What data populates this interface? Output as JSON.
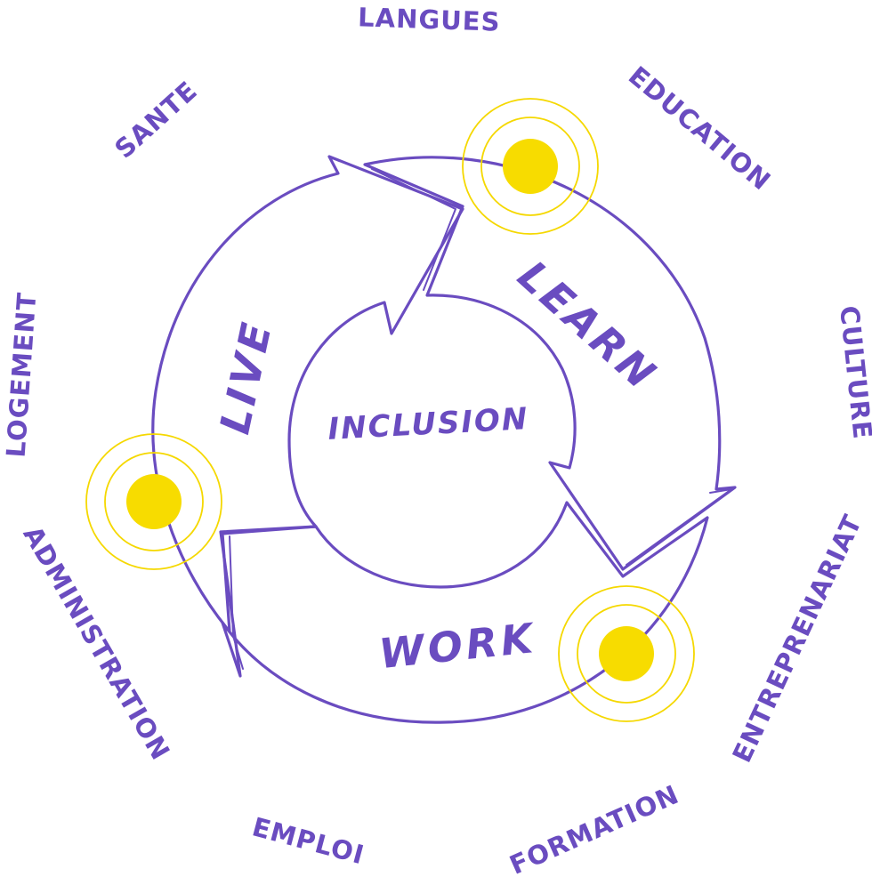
{
  "outer_labels": {
    "langues": "LANGUES",
    "education": "EDUCATION",
    "culture": "CULTURE",
    "entreprenariat": "ENTREPRENARIAT",
    "formation": "FORMATION",
    "emploi": "EMPLOI",
    "administration": "ADMINISTRATION",
    "logement": "LOGEMENT",
    "sante": "SANTE"
  },
  "arrows": {
    "learn": "LEARN",
    "work": "WORK",
    "live": "LIVE"
  },
  "center": "INCLUSION",
  "colors": {
    "primary": "#6a4cc0",
    "accent": "#f7dc00",
    "background": "#ffffff"
  }
}
